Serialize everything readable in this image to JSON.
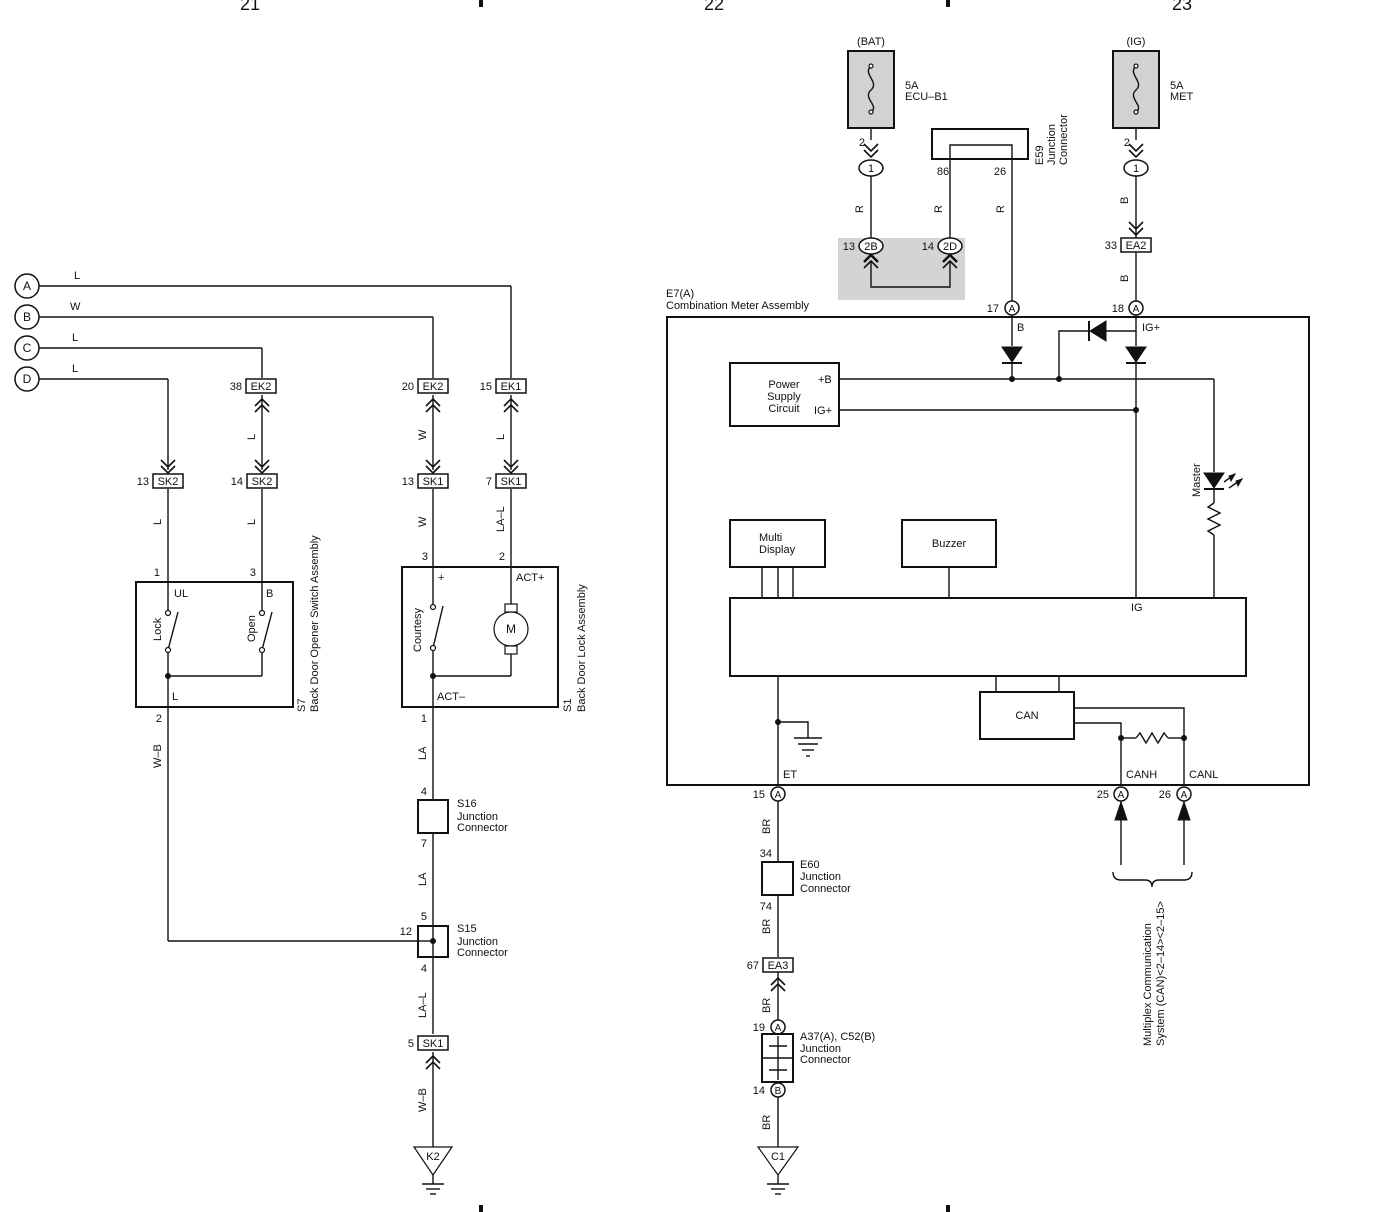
{
  "pages": {
    "left": "21",
    "middle": "22",
    "right": "23"
  },
  "terminals": [
    {
      "id": "A",
      "wire": "L"
    },
    {
      "id": "B",
      "wire": "W"
    },
    {
      "id": "C",
      "wire": "L"
    },
    {
      "id": "D",
      "wire": "L"
    }
  ],
  "connectors": {
    "ek2_top": {
      "pin": "38",
      "name": "EK2"
    },
    "ek2_top_wire": "L",
    "ek2_left": {
      "pin": "20",
      "name": "EK2"
    },
    "ek2_left_wire": "W",
    "ek1_top": {
      "pin": "15",
      "name": "EK1"
    },
    "ek1_top_wire": "L",
    "sk2_a": {
      "pin": "13",
      "name": "SK2"
    },
    "sk2_b": {
      "pin": "14",
      "name": "SK2"
    },
    "sk1_a": {
      "pin": "13",
      "name": "SK1"
    },
    "sk1_b": {
      "pin": "7",
      "name": "SK1"
    },
    "sk1_c": {
      "pin": "5",
      "name": "SK1"
    },
    "ea2": {
      "pin": "33",
      "name": "EA2"
    },
    "ea3": {
      "pin": "67",
      "name": "EA3"
    },
    "c2b": {
      "pin": "13",
      "name": "2B"
    },
    "c2d": {
      "pin": "14",
      "name": "2D"
    }
  },
  "s7": {
    "name": "S7",
    "title": "Back Door Opener Switch Assembly",
    "pins": {
      "p1": "1",
      "p3": "3",
      "p2": "2"
    },
    "labels": {
      "ul": "UL",
      "b": "B",
      "l": "L",
      "lock": "Lock",
      "open": "Open"
    },
    "wire_left": "L",
    "wire_right": "L",
    "wire_out": "W–B"
  },
  "s1": {
    "name": "S1",
    "title": "Back Door Lock Assembly",
    "pins": {
      "p3": "3",
      "p2": "2",
      "p1": "1"
    },
    "labels": {
      "plus": "+",
      "actplus": "ACT+",
      "actminus": "ACT–",
      "courtesy": "Courtesy",
      "motor": "M"
    },
    "wire_left": "W",
    "wire_right": "LA–L",
    "wire_out": "LA"
  },
  "s16": {
    "name": "S16",
    "title1": "Junction",
    "title2": "Connector",
    "pin_in": "4",
    "pin_out": "7",
    "wire_out": "LA"
  },
  "s15": {
    "name": "S15",
    "title1": "Junction",
    "title2": "Connector",
    "pin_top": "5",
    "pin_left": "12",
    "pin_bot": "4",
    "wire_out": "LA–L"
  },
  "k2": {
    "name": "K2",
    "wire": "W–B"
  },
  "fuse_bat": {
    "source": "(BAT)",
    "rating": "5A",
    "name": "ECU–B1",
    "pin": "2",
    "conn": "1",
    "wire": "R"
  },
  "fuse_ig": {
    "source": "(IG)",
    "rating": "5A",
    "name": "MET",
    "pin": "2",
    "conn": "1",
    "wire_top": "B",
    "wire_bot": "B"
  },
  "e59": {
    "name": "E59",
    "title1": "Junction",
    "title2": "Connector",
    "pin_left": "86",
    "pin_right": "26",
    "wire_left": "R",
    "wire_right": "R"
  },
  "meter": {
    "name": "E7(A)",
    "title": "Combination Meter Assembly",
    "pin17": "17",
    "pin18": "18",
    "pin15": "15",
    "pin25": "25",
    "pin26": "26",
    "conn_letter": "A",
    "wire17": "B",
    "ig_plus": "IG+",
    "psc": {
      "line1": "Power",
      "line2": "Supply",
      "line3": "Circuit",
      "plusb": "+B",
      "igplus": "IG+"
    },
    "multi": {
      "line1": "Multi",
      "line2": "Display"
    },
    "buzzer": "Buzzer",
    "master": "Master",
    "ig": "IG",
    "can": "CAN",
    "et": "ET",
    "canh": "CANH",
    "canl": "CANL"
  },
  "e60": {
    "name": "E60",
    "title1": "Junction",
    "title2": "Connector",
    "pin_in": "34",
    "pin_out": "74",
    "wire_in": "BR",
    "wire_out": "BR"
  },
  "a37": {
    "name": "A37(A), C52(B)",
    "title1": "Junction",
    "title2": "Connector",
    "pin_in": "19",
    "pin_out": "14",
    "letter_in": "A",
    "letter_out": "B",
    "wire_in": "BR",
    "wire_out": "BR"
  },
  "c1": {
    "name": "C1"
  },
  "multiplex": {
    "line1": "Multiplex Communication",
    "line2": "System (CAN)<2–14><2–15>"
  }
}
